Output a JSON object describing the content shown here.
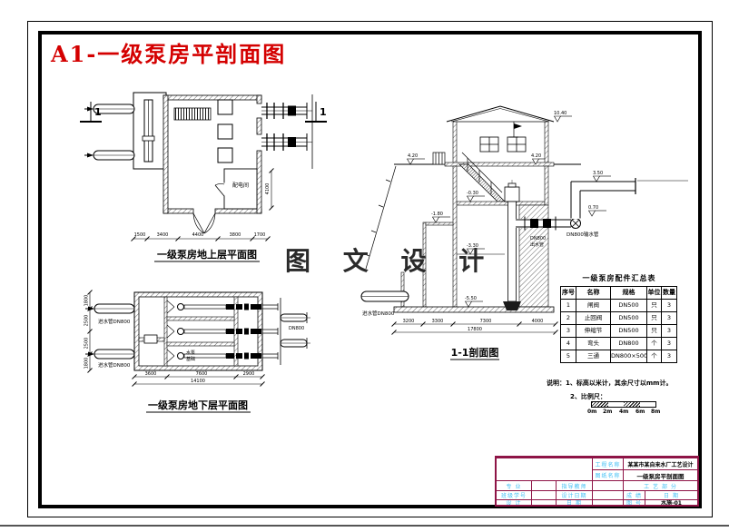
{
  "page": {
    "title": "A1-一级泵房平剖面图",
    "watermark": "图 文 设 计",
    "colors": {
      "title_red": "#d40000",
      "titleblock_maroon": "#8e1446",
      "label_cyan": "#42c0f5",
      "line": "#000000"
    }
  },
  "views": {
    "plan_upper": {
      "caption": "一级泵房地上层平面图",
      "section_marker": "1",
      "room_label": "配电间"
    },
    "plan_lower": {
      "caption": "一级泵房地下层平面图",
      "inlet_label_1": "进水管DN800",
      "inlet_label_2": "进水管DN800",
      "outlet_label": "DN800",
      "pump_label_1": "水泵",
      "pump_label_2": "基础"
    },
    "section": {
      "caption": "1-1剖面图",
      "inlet_label": "进水管DN800",
      "outlet_label": "DN800输水管",
      "pipe_label_1": "DN800",
      "pipe_label_2": "出水管",
      "elevations": [
        "4.20",
        "4.20",
        "-0.30",
        "-1.80",
        "-3.30",
        "-5.50",
        "3.50",
        "0.70",
        "10.40"
      ]
    }
  },
  "dims": {
    "plan1_bottom": [
      "1500",
      "3400",
      "4400",
      "3800",
      "1700"
    ],
    "plan1_right": [
      "4100"
    ],
    "plan2_left": [
      "1800",
      "2500",
      "2500",
      "1800"
    ],
    "plan2_bottom": [
      "3600",
      "7600",
      "2900"
    ],
    "plan2_total": "14100",
    "section_bottom": [
      "3200",
      "3300",
      "7300",
      "4000"
    ],
    "section_total": "17800"
  },
  "parts_table": {
    "title": "一级泵房配件汇总表",
    "headers": [
      "序号",
      "名称",
      "规格",
      "单位",
      "数量"
    ],
    "rows": [
      [
        "1",
        "闸阀",
        "DN500",
        "只",
        "3"
      ],
      [
        "2",
        "止回阀",
        "DN500",
        "只",
        "3"
      ],
      [
        "3",
        "伸缩节",
        "DN500",
        "只",
        "3"
      ],
      [
        "4",
        "弯头",
        "DN800",
        "个",
        "3"
      ],
      [
        "5",
        "三通",
        "DN800×500",
        "个",
        "3"
      ]
    ]
  },
  "notes": {
    "line1": "说明：1、标高以米计，其余尺寸以mm计。",
    "line2": "2、比例尺：",
    "scale_labels": [
      "0m",
      "2m",
      "4m",
      "6m",
      "8m"
    ]
  },
  "titleblock": {
    "project_label": "工程名称",
    "project_value": "某某市某自来水厂工艺设计",
    "drawing_label": "图纸名称",
    "drawing_value": "一级泵房平剖面图",
    "r3c1": "专 业",
    "r3c2": "指导教师",
    "r3right": "工 艺 部 分",
    "r4c1": "班级学号",
    "r4c2": "设计日期",
    "r4right1": "成 绩",
    "r4right2": "日 期",
    "r5c1": "设 计",
    "r5c2": "日 期",
    "r5c3": "图 号",
    "drawing_no": "水施-01"
  }
}
